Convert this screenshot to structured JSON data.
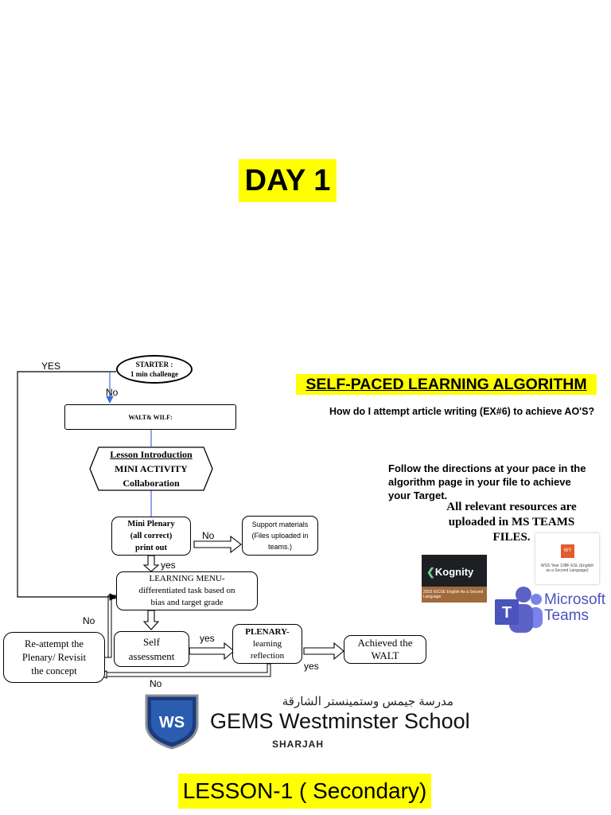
{
  "day_title": "DAY 1",
  "algorithm": {
    "title": "SELF-PACED LEARNING ALGORITHM",
    "question": "How do I attempt article writing (EX#6) to achieve AO'S?",
    "follow": "Follow the directions at your pace  in  the algorithm page in your file to achieve your Target.",
    "resources": "All relevant resources are uploaded in MS TEAMS FILES."
  },
  "flow": {
    "starter": {
      "line1": "STARTER :",
      "line2": "1 min challenge"
    },
    "walt": "WALT& WILF:",
    "intro": {
      "line1": "Lesson Introduction",
      "line2": "MINI ACTIVITY",
      "line3": "Collaboration"
    },
    "mini_plenary": {
      "line1": "Mini Plenary",
      "line2": "(all correct)",
      "line3": "print out"
    },
    "support": {
      "line1": "Support materials",
      "line2": "(Files uploaded in",
      "line3": "teams.)"
    },
    "menu": {
      "line1": "LEARNING MENU-",
      "line2": "differentiated task based on",
      "line3": "bias and target grade"
    },
    "self": {
      "line1": "Self",
      "line2": "assessment"
    },
    "plenary": {
      "line1": "PLENARY-",
      "line2": "learning",
      "line3": "reflection"
    },
    "achieved": {
      "line1": "Achieved the",
      "line2": "WALT"
    },
    "reattempt": {
      "line1": "Re-attempt the",
      "line2": "Plenary/ Revisit",
      "line3": "the concept"
    },
    "labels": {
      "yes_top": "YES",
      "no_top": "No",
      "no_mini": "No",
      "yes_mini": "yes",
      "no_left": "No",
      "yes_self": "yes",
      "yes_plen": "yes",
      "no_bottom": "No"
    }
  },
  "logos": {
    "kognity": "Kognity",
    "kognity_caption": "2023 IGCSE English As a Second Language",
    "wy_badge": "WY",
    "wy_caption": "WSS Year 10BF ESL (English as a Second Language)",
    "teams_line1": "Microsoft",
    "teams_line2": "Teams",
    "gems_arabic": "مدرسة جيمس وستمينستر الشارقة",
    "gems_emblem": "WS",
    "gems_name": "GEMS Westminster School",
    "gems_city": "SHARJAH"
  },
  "lesson_title": "LESSON-1 ( Secondary)"
}
